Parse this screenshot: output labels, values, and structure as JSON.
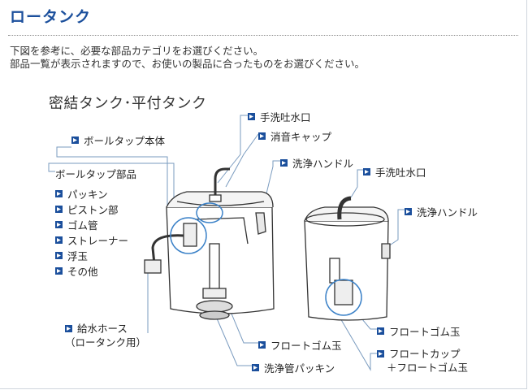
{
  "page": {
    "title": "ロータンク",
    "intro_line1": "下図を参考に、必要な部品カテゴリをお選びください。",
    "intro_line2": "部品一覧が表示されますので、お使いの製品に合ったものをお選びください。"
  },
  "diagram": {
    "title": "密結タンク･平付タンク",
    "labels": {
      "hand_wash_spout_left": "手洗吐水口",
      "silencer_cap": "消音キャップ",
      "ball_tap_body": "ボールタップ本体",
      "flush_handle_left": "洗浄ハンドル",
      "hand_wash_spout_right": "手洗吐水口",
      "flush_handle_right": "洗浄ハンドル",
      "float_rubber_left": "フロートゴム玉",
      "flush_pipe_packing": "洗浄管パッキン",
      "float_rubber_right": "フロートゴム玉",
      "float_cup_line1": "フロートカップ",
      "float_cup_line2": "＋フロートゴム玉",
      "supply_hose_line1": "給水ホース",
      "supply_hose_line2": "（ロータンク用）"
    },
    "ball_tap_parts": {
      "heading": "ボールタップ部品",
      "items": [
        "パッキン",
        "ピストン部",
        "ゴム管",
        "ストレーナー",
        "浮玉",
        "その他"
      ]
    },
    "colors": {
      "accent": "#1b4f9c",
      "leader_line": "#7a9bbf",
      "highlight_circle": "#3c82c8",
      "tank_stroke": "#333333",
      "tank_fill": "#ffffff"
    }
  }
}
